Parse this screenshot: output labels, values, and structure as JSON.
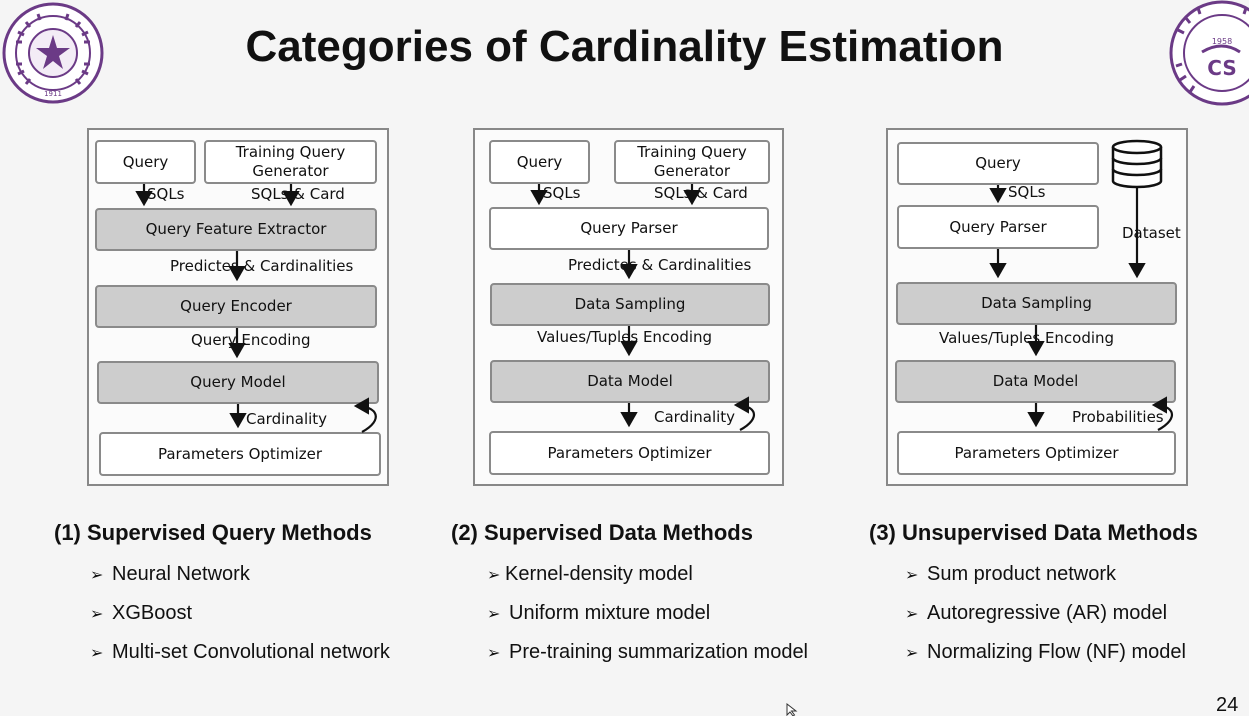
{
  "title": "Categories of Cardinality Estimation",
  "page_number": "24",
  "logos": {
    "left_alt": "Tsinghua University seal",
    "right_alt": "Tsinghua CS logo",
    "left_year": "1911",
    "right_year": "1958"
  },
  "panel1": {
    "query": "Query",
    "generator": "Training Query Generator",
    "sqls": "SQLs",
    "sqls_card": "SQLs & Card",
    "extractor": "Query Feature Extractor",
    "predicates": "Predictes & Cardinalities",
    "encoder": "Query Encoder",
    "encoding": "Query Encoding",
    "model": "Query Model",
    "cardinality": "Cardinality",
    "optimizer": "Parameters Optimizer"
  },
  "panel2": {
    "query": "Query",
    "generator": "Training Query Generator",
    "sqls": "SQLs",
    "sqls_card": "SQLs & Card",
    "parser": "Query Parser",
    "predicates": "Predictes & Cardinalities",
    "sampling": "Data Sampling",
    "encoding": "Values/Tuples Encoding",
    "model": "Data Model",
    "cardinality": "Cardinality",
    "optimizer": "Parameters Optimizer"
  },
  "panel3": {
    "query": "Query",
    "sqls": "SQLs",
    "parser": "Query Parser",
    "dataset": "Dataset",
    "sampling": "Data Sampling",
    "encoding": "Values/Tuples Encoding",
    "model": "Data Model",
    "probabilities": "Probabilities",
    "optimizer": "Parameters Optimizer"
  },
  "methods": [
    {
      "title": "(1) Supervised Query Methods",
      "items": [
        "Neural Network",
        "XGBoost",
        "Multi-set Convolutional network"
      ]
    },
    {
      "title": "(2) Supervised Data Methods",
      "items": [
        "Kernel-density model",
        "Uniform mixture model",
        "Pre-training summarization model"
      ]
    },
    {
      "title": "(3) Unsupervised Data Methods",
      "items": [
        "Sum product network",
        "Autoregressive (AR) model",
        "Normalizing Flow (NF) model"
      ]
    }
  ],
  "bullet_marker": "➢"
}
